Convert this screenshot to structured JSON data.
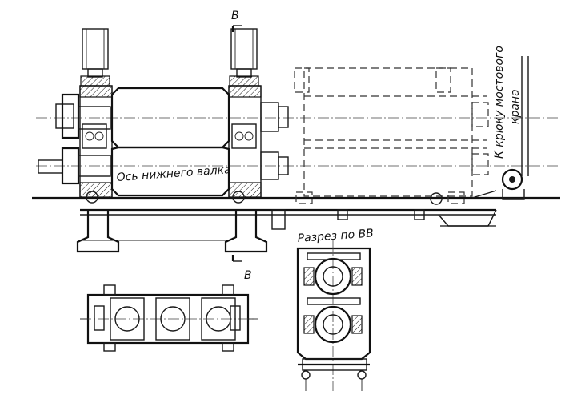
{
  "labels": {
    "bottom_roll_axis": "Ось нижнего валка",
    "to_crane": "К крюку мостового",
    "crane": "крана",
    "section_title": "Разрез по ВВ",
    "section_mark_top": "В",
    "section_mark_bottom": "В"
  }
}
